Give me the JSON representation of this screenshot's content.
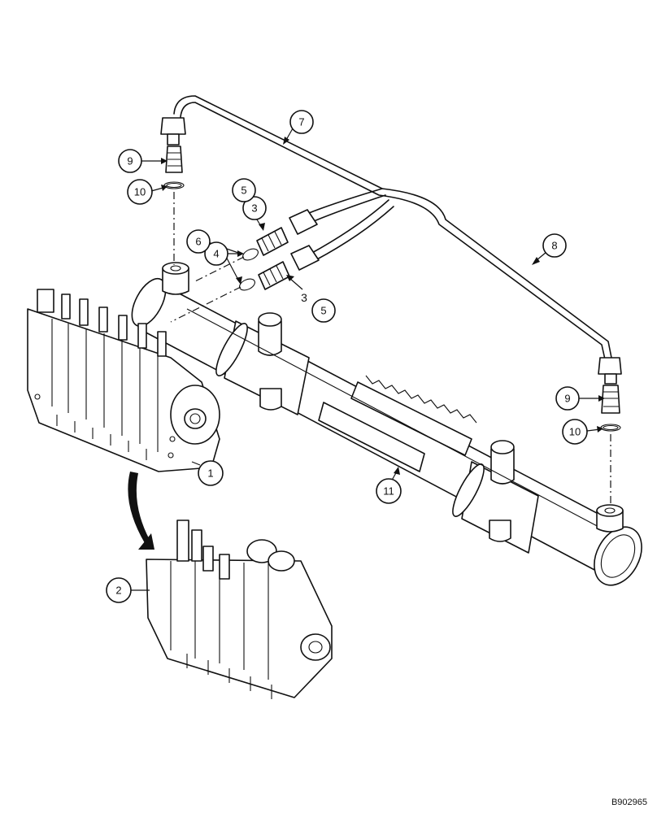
{
  "diagram": {
    "reference_code": "B902965",
    "callouts": [
      {
        "id": "c1",
        "label": "1"
      },
      {
        "id": "c2",
        "label": "2"
      },
      {
        "id": "c3a",
        "label": "3"
      },
      {
        "id": "c3b",
        "label": "3"
      },
      {
        "id": "c4",
        "label": "4"
      },
      {
        "id": "c5a",
        "label": "5"
      },
      {
        "id": "c5b",
        "label": "5"
      },
      {
        "id": "c6",
        "label": "6"
      },
      {
        "id": "c7",
        "label": "7"
      },
      {
        "id": "c8",
        "label": "8"
      },
      {
        "id": "c9a",
        "label": "9"
      },
      {
        "id": "c9b",
        "label": "9"
      },
      {
        "id": "c10a",
        "label": "10"
      },
      {
        "id": "c10b",
        "label": "10"
      },
      {
        "id": "c11",
        "label": "11"
      }
    ]
  }
}
